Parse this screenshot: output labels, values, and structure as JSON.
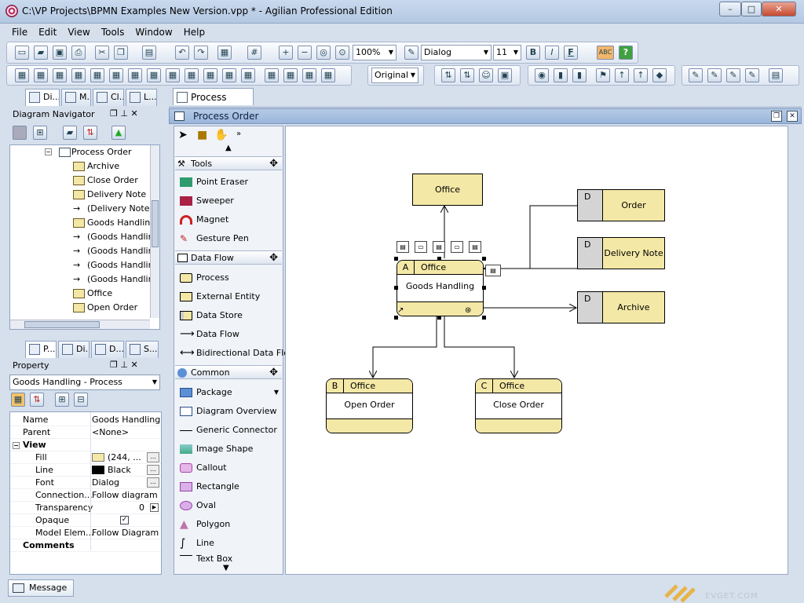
{
  "window": {
    "title": "C:\\VP Projects\\BPMN Examples New Version.vpp * - Agilian Professional Edition",
    "minimize": "–",
    "maximize": "□",
    "close": "✕"
  },
  "menu": [
    "File",
    "Edit",
    "View",
    "Tools",
    "Window",
    "Help"
  ],
  "toolbar": {
    "zoom": "100%",
    "font": "Dialog",
    "font_size": "11",
    "bold": "B",
    "italic": "I",
    "font_color": "F",
    "spell": "ABC",
    "help": "?",
    "view_mode": "Original"
  },
  "navigator": {
    "tabs": [
      "Di...",
      "M...",
      "Cl...",
      "L..."
    ],
    "title": "Diagram Navigator",
    "items": [
      {
        "label": "Process Order",
        "icon": "diagram"
      },
      {
        "label": "Archive",
        "icon": "store"
      },
      {
        "label": "Close Order",
        "icon": "store"
      },
      {
        "label": "Delivery Note",
        "icon": "store"
      },
      {
        "label": "(Delivery Note -",
        "icon": "flow"
      },
      {
        "label": "Goods Handling",
        "icon": "store"
      },
      {
        "label": "(Goods Handling",
        "icon": "flow"
      },
      {
        "label": "(Goods Handling",
        "icon": "flow"
      },
      {
        "label": "(Goods Handling",
        "icon": "flow"
      },
      {
        "label": "(Goods Handling",
        "icon": "flow"
      },
      {
        "label": "Office",
        "icon": "store"
      },
      {
        "label": "Open Order",
        "icon": "store"
      }
    ]
  },
  "property": {
    "tabs": [
      "P...",
      "Di...",
      "D...",
      "S..."
    ],
    "title": "Property",
    "selected": "Goods Handling - Process",
    "rows": [
      {
        "key": "Name",
        "value": "Goods Handling"
      },
      {
        "key": "Parent",
        "value": "<None>"
      },
      {
        "key": "View",
        "value": ""
      },
      {
        "key": "Fill",
        "value": "(244, ..."
      },
      {
        "key": "Line",
        "value": "Black"
      },
      {
        "key": "Font",
        "value": "Dialog"
      },
      {
        "key": "Connection...",
        "value": "Follow diagram"
      },
      {
        "key": "Transparency",
        "value": "0"
      },
      {
        "key": "Opaque",
        "value": ""
      },
      {
        "key": "Model Elem...",
        "value": "Follow Diagram"
      },
      {
        "key": "Comments",
        "value": ""
      }
    ],
    "fill_color": "#f4e8a6"
  },
  "editor": {
    "doc_tab": "Process Order",
    "title": "Process Order",
    "palette": {
      "groups": [
        {
          "name": "Tools",
          "items": [
            "Point Eraser",
            "Sweeper",
            "Magnet",
            "Gesture Pen"
          ]
        },
        {
          "name": "Data Flow",
          "items": [
            "Process",
            "External Entity",
            "Data Store",
            "Data Flow",
            "Bidirectional Data Flow"
          ]
        },
        {
          "name": "Common",
          "items": [
            "Package",
            "Diagram Overview",
            "Generic Connector",
            "Image Shape",
            "Callout",
            "Rectangle",
            "Oval",
            "Polygon",
            "Line",
            "Text Box"
          ]
        }
      ]
    },
    "diagram": {
      "entity": "Office",
      "stores": [
        {
          "id": "D",
          "label": "Order"
        },
        {
          "id": "D",
          "label": "Delivery Note"
        },
        {
          "id": "D",
          "label": "Archive"
        }
      ],
      "processes": [
        {
          "id": "A",
          "location": "Office",
          "name": "Goods Handling"
        },
        {
          "id": "B",
          "location": "Office",
          "name": "Open Order"
        },
        {
          "id": "C",
          "location": "Office",
          "name": "Close Order"
        }
      ]
    }
  },
  "status": {
    "message_tab": "Message"
  },
  "watermark": "EVGET.COM"
}
